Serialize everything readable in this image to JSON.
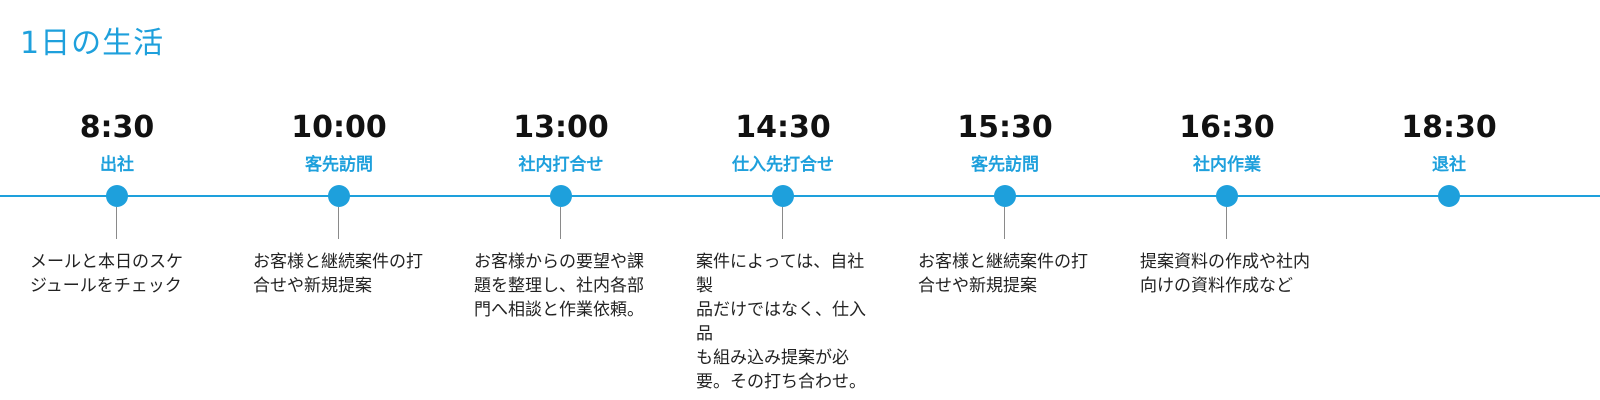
{
  "title": "1日の生活",
  "accent_color": "#1ea0dc",
  "events": [
    {
      "time": "8:30",
      "label": "出社",
      "description": "メールと本日のスケ\nジュールをチェック"
    },
    {
      "time": "10:00",
      "label": "客先訪問",
      "description": "お客様と継続案件の打\n合せや新規提案"
    },
    {
      "time": "13:00",
      "label": "社内打合せ",
      "description": "お客様からの要望や課\n題を整理し、社内各部\n門へ相談と作業依頼。"
    },
    {
      "time": "14:30",
      "label": "仕入先打合せ",
      "description": "案件によっては、自社製\n品だけではなく、仕入品\nも組み込み提案が必\n要。その打ち合わせ。"
    },
    {
      "time": "15:30",
      "label": "客先訪問",
      "description": "お客様と継続案件の打\n合せや新規提案"
    },
    {
      "time": "16:30",
      "label": "社内作業",
      "description": "提案資料の作成や社内\n向けの資料作成など"
    },
    {
      "time": "18:30",
      "label": "退社",
      "description": ""
    }
  ]
}
